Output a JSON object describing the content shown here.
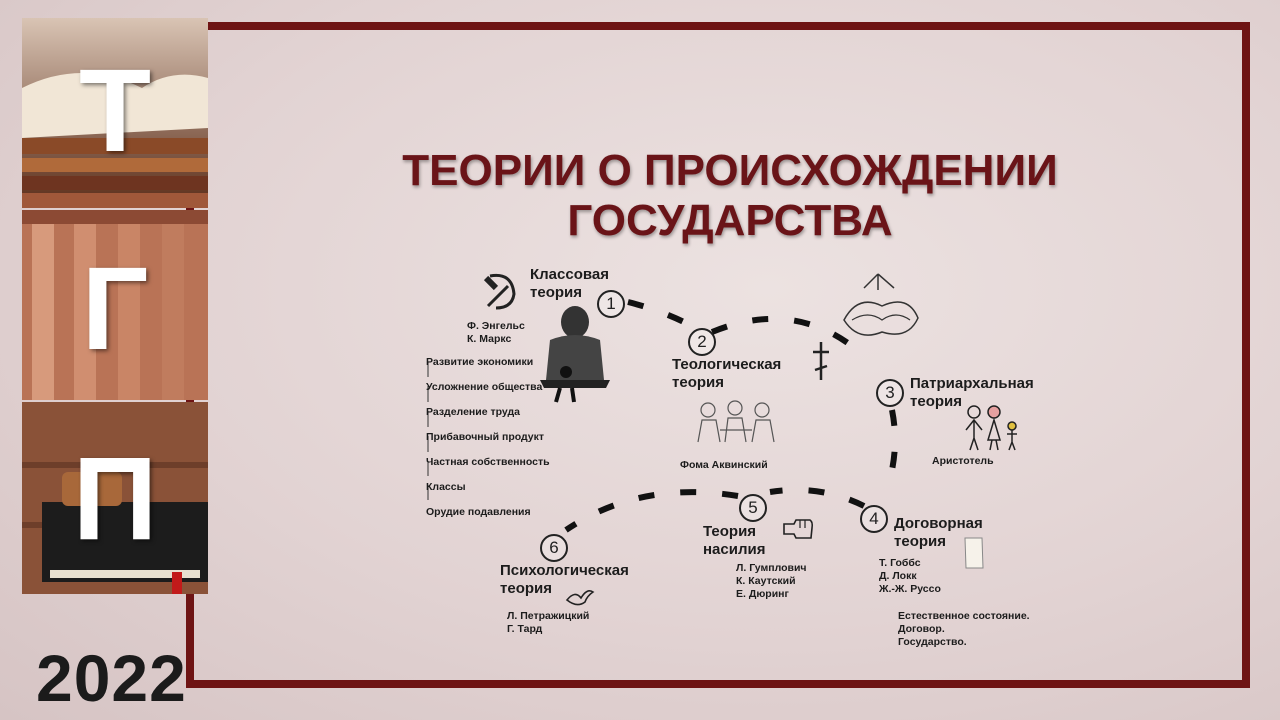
{
  "side_letters": [
    "Т",
    "Г",
    "П"
  ],
  "year": "2022",
  "title_line1": "ТЕОРИИ О ПРОИСХОЖДЕНИИ",
  "title_line2": "ГОСУДАРСТВА",
  "theories": [
    {
      "num": "1",
      "title_line1": "Классовая",
      "title_line2": "теория",
      "authors": [
        "Ф. Энгельс",
        "К. Маркс"
      ],
      "icon": "hammer-sickle-icon"
    },
    {
      "num": "2",
      "title_line1": "Теологическая",
      "title_line2": "теория",
      "authors": [
        "Фома Аквинский"
      ],
      "icon": "cross-icon"
    },
    {
      "num": "3",
      "title_line1": "Патриархальная",
      "title_line2": "теория",
      "authors": [
        "Аристотель"
      ],
      "icon": "family-icon"
    },
    {
      "num": "4",
      "title_line1": "Договорная",
      "title_line2": "теория",
      "authors": [
        "Т. Гоббс",
        "Д. Локк",
        "Ж.-Ж. Руссо"
      ],
      "icon": "scroll-icon"
    },
    {
      "num": "5",
      "title_line1": "Теория",
      "title_line2": "насилия",
      "authors": [
        "Л. Гумплович",
        "К. Каутский",
        "Е. Дюринг"
      ],
      "icon": "fist-icon"
    },
    {
      "num": "6",
      "title_line1": "Психологическая",
      "title_line2": "теория",
      "authors": [
        "Л. Петражицкий",
        "Г. Тард"
      ],
      "icon": "bird-icon"
    }
  ],
  "class_chain": [
    "Развитие экономики",
    "Усложнение общества",
    "Разделение труда",
    "Прибавочный продукт",
    "Частная собственность",
    "Классы",
    "Орудие подавления"
  ],
  "contract_notes": [
    "Естественное состояние.",
    "Договор.",
    "Государство."
  ]
}
